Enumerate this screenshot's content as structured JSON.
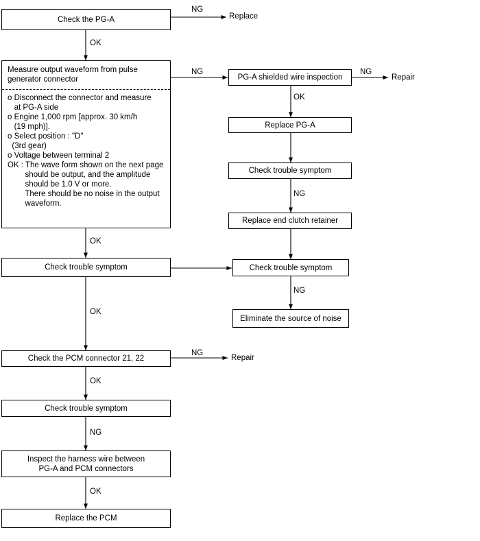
{
  "boxes": {
    "check_pga": "Check the PG-A",
    "measure_title": "Measure output waveform from pulse\ngenerator connector",
    "measure_details": [
      "o Disconnect the connector and measure",
      "   at PG-A side",
      "o Engine 1,000 rpm [approx. 30 km/h",
      "   (19 mph)].",
      "o Select position : \"D\"",
      "  (3rd gear)",
      "o Voltage between terminal 2",
      "OK : The wave form shown on the next page",
      "        should be output, and the amplitude",
      "        should be 1.0 V or more.",
      "        There should be no noise in the output",
      "        waveform."
    ],
    "shielded_wire": "PG-A shielded wire inspection",
    "replace_pga": "Replace PG-A",
    "check_symptom_right_1": "Check trouble symptom",
    "replace_clutch": "Replace end clutch retainer",
    "check_symptom_left_1": "Check trouble symptom",
    "check_symptom_right_2": "Check trouble symptom",
    "eliminate_noise": "Eliminate the source of noise",
    "check_pcm_connector": "Check the PCM connector 21, 22",
    "check_symptom_left_2": "Check trouble symptom",
    "inspect_harness": "Inspect the harness wire between\nPG-A and PCM connectors",
    "replace_pcm": "Replace the PCM"
  },
  "labels": {
    "ng_1": "NG",
    "replace_1": "Replace",
    "ok_1": "OK",
    "ng_2": "NG",
    "ng_3": "NG",
    "repair_1": "Repair",
    "ok_2": "OK",
    "ng_4": "NG",
    "ok_3": "OK",
    "ok_4": "OK",
    "ng_5": "NG",
    "ng_6": "NG",
    "repair_2": "Repair",
    "ok_5": "OK",
    "ng_7": "NG",
    "ok_6": "OK"
  }
}
